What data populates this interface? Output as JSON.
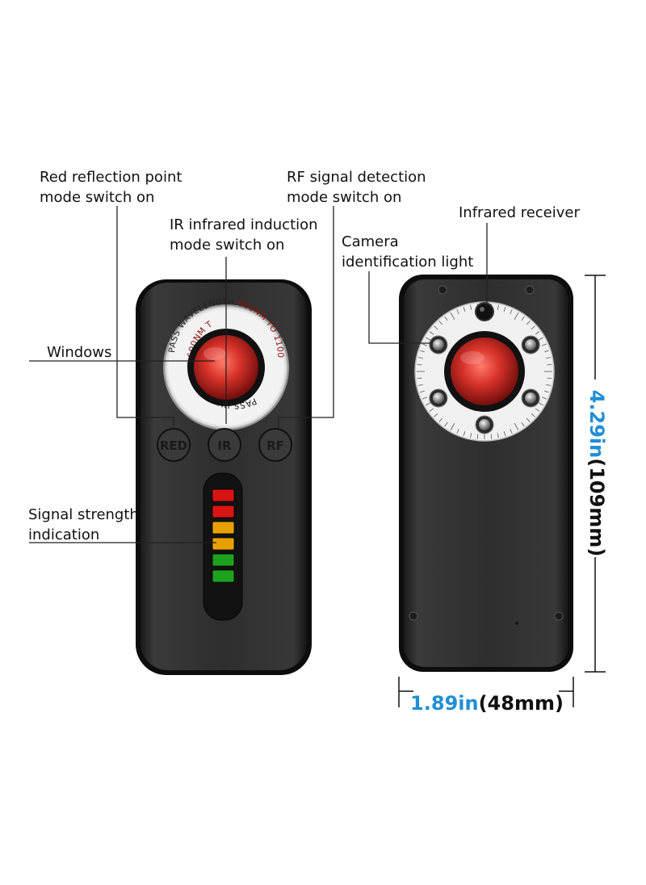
{
  "labels": {
    "red_mode_line1": "Red reflection point",
    "red_mode_line2": "mode switch on",
    "rf_mode_line1": "RF signal detection",
    "rf_mode_line2": "mode switch on",
    "ir_mode_line1": "IR infrared induction",
    "ir_mode_line2": "mode switch on",
    "infrared_receiver": "Infrared receiver",
    "camera_light_line1": "Camera",
    "camera_light_line2": "identification light",
    "windows": "Windows",
    "signal_line1": "Signal strength",
    "signal_line2": "indication"
  },
  "lens_ring": {
    "text_a": "PASS WAVELENGTH",
    "text_b": "600NM TO 1100NM"
  },
  "buttons": [
    "RED",
    "IR",
    "RF"
  ],
  "signal_leds": [
    "#d81414",
    "#d81414",
    "#e8a000",
    "#e8a000",
    "#1ea21e",
    "#1ea21e"
  ],
  "dimensions": {
    "height_in": "4.29in",
    "height_mm": "(109mm)",
    "width_in": "1.89in",
    "width_mm": "(48mm)"
  },
  "colors": {
    "accent_blue": "#1f8fd6",
    "device_body": "#2b2b2b"
  }
}
